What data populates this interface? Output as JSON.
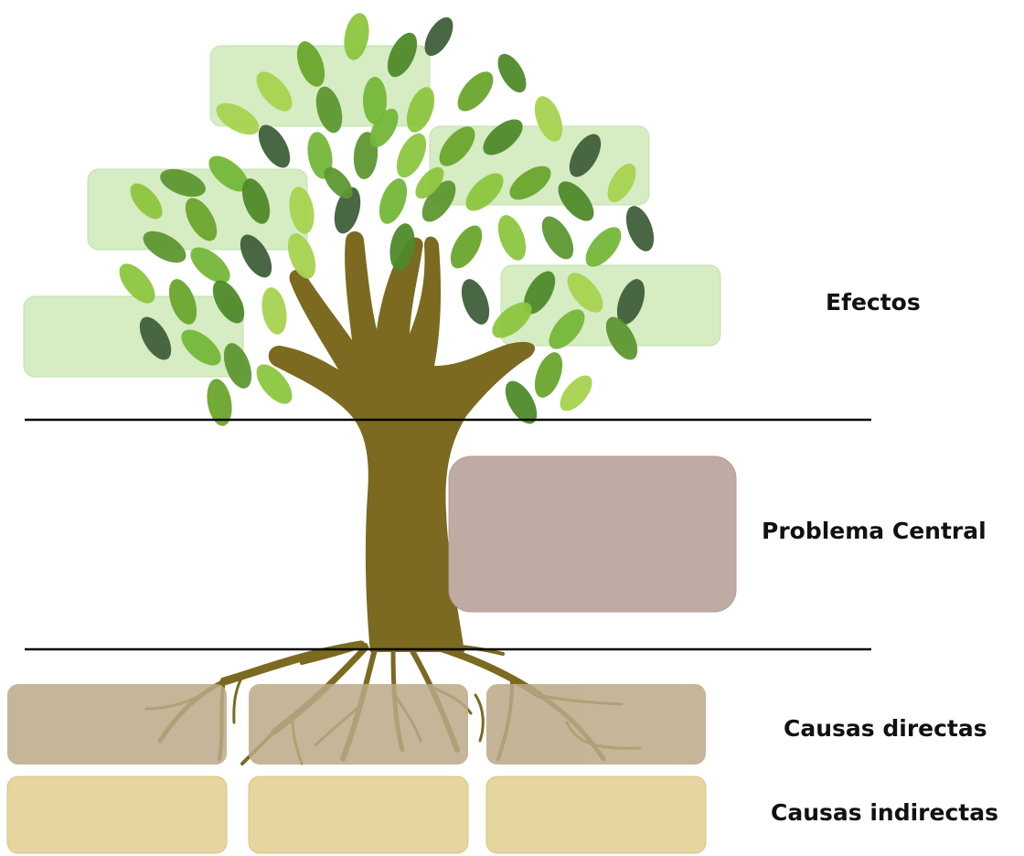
{
  "sections": {
    "effects": "Efectos",
    "problem": "Problema Central",
    "direct_causes": "Causas directas",
    "indirect_causes": "Causas indirectas"
  },
  "colors": {
    "effect_box": "#cfe9b8",
    "problem_box": "#c0aaa4",
    "direct_box": "#bba987",
    "indirect_box": "#e7d59f",
    "trunk": "#7b6a1f",
    "divider": "#000000"
  }
}
